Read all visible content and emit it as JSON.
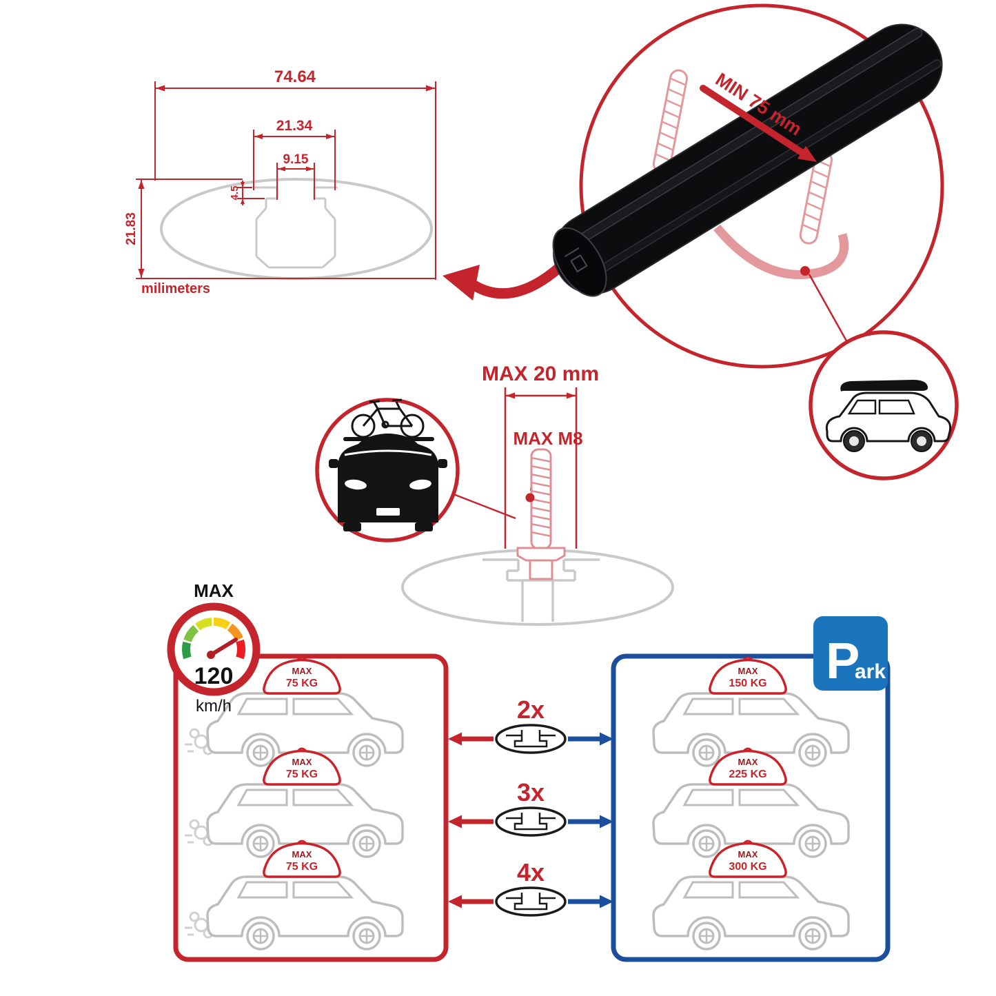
{
  "colors": {
    "accent_red": "#c4242b",
    "accent_blue": "#1b4e9b",
    "park_blue": "#1b75bc",
    "line_gray": "#bdbdbd",
    "bar_black": "#0d0d10"
  },
  "cross_section": {
    "total_width": "74.64",
    "channel_width": "21.34",
    "slot_width": "9.15",
    "slot_depth": "4.5",
    "total_height": "21.83",
    "unit": "milimeters"
  },
  "bar_detail": {
    "min_clearance": "MIN 75 mm"
  },
  "bolt_detail": {
    "max_length": "MAX 20 mm",
    "max_thread": "MAX M8"
  },
  "speed_badge": {
    "label": "MAX",
    "value": "120",
    "unit": "km/h"
  },
  "park_sign": {
    "initial": "P",
    "suffix": "ark"
  },
  "compat": {
    "multipliers": [
      "2x",
      "3x",
      "4x"
    ],
    "driving_loads": [
      {
        "label": "MAX",
        "value": "75 KG"
      },
      {
        "label": "MAX",
        "value": "75 KG"
      },
      {
        "label": "MAX",
        "value": "75 KG"
      }
    ],
    "parked_loads": [
      {
        "label": "MAX",
        "value": "150 KG"
      },
      {
        "label": "MAX",
        "value": "225 KG"
      },
      {
        "label": "MAX",
        "value": "300 KG"
      }
    ]
  }
}
